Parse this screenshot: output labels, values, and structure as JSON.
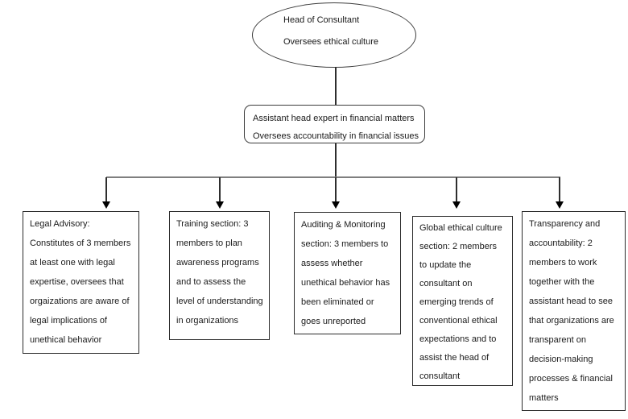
{
  "diagram": {
    "type": "org-chart",
    "background_color": "#ffffff",
    "line_color": "#2e2e2e",
    "connector_bar_color": "#7f7f7f",
    "text_color": "#1a1a1a"
  },
  "head_node": {
    "shape": "ellipse",
    "lines": [
      "Head of Consultant",
      "Oversees ethical culture"
    ]
  },
  "assistant_node": {
    "shape": "rounded-rectangle",
    "lines": [
      "Assistant head expert in financial matters",
      "Oversees accountability in financial issues"
    ]
  },
  "branches": [
    {
      "id": "legal-advisory",
      "lines": [
        "Legal Advisory:",
        "Constitutes of 3 members",
        "at least one with legal",
        "expertise, oversees that",
        "orgaizations are aware of",
        "legal implications of",
        "unethical behavior"
      ]
    },
    {
      "id": "training-section",
      "lines": [
        "Training section: 3",
        "members to plan",
        "awareness programs",
        "and to assess the",
        "level of understanding",
        "in organizations"
      ]
    },
    {
      "id": "auditing-monitoring-section",
      "lines": [
        "Auditing & Monitoring",
        "section: 3 members to",
        "assess whether",
        "unethical behavior has",
        "been eliminated or",
        "goes unreported"
      ]
    },
    {
      "id": "global-ethical-culture-section",
      "lines": [
        "Global ethical culture",
        "section: 2 members",
        "to update the",
        "consultant on",
        "emerging trends of",
        "conventional ethical",
        "expectations and to",
        "assist the head of",
        "consultant"
      ]
    },
    {
      "id": "transparency-accountability",
      "lines": [
        "Transparency and",
        "accountability: 2",
        "members to work",
        "together with the",
        "assistant head to see",
        "that organizations are",
        "transparent on",
        "decision-making",
        "processes & financial",
        "matters"
      ]
    }
  ]
}
